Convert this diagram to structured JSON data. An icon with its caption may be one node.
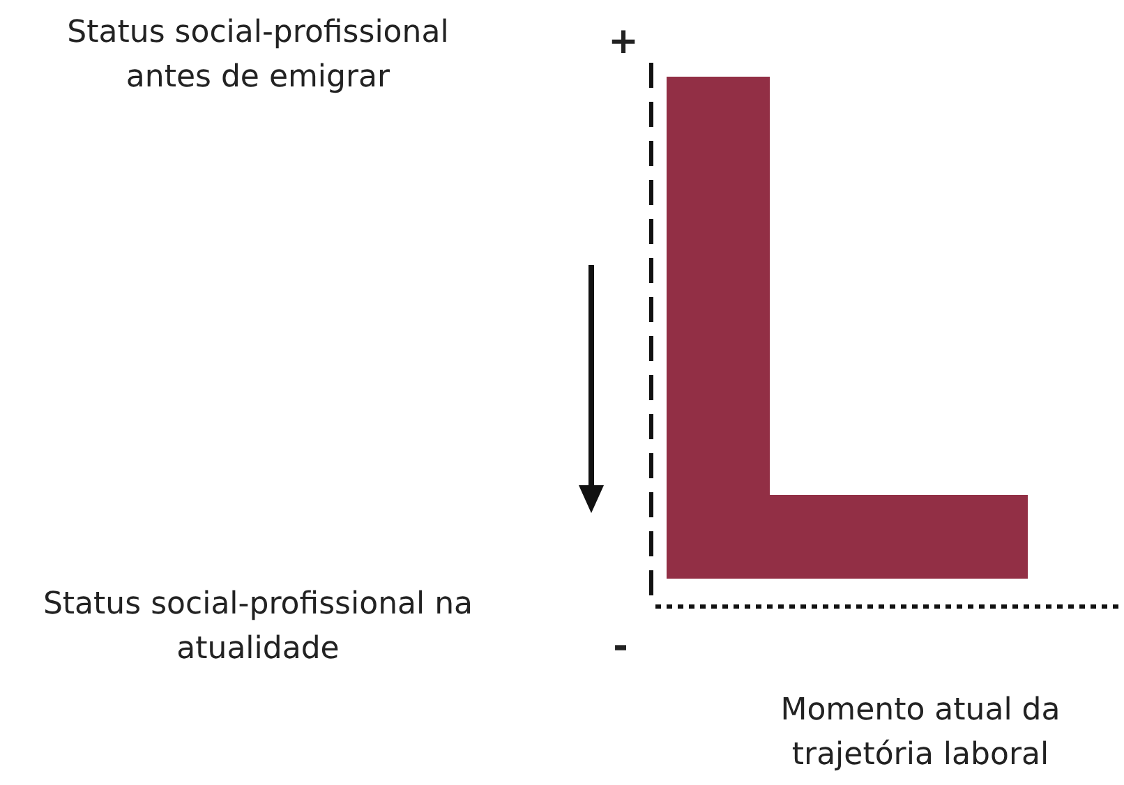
{
  "diagram": {
    "nodes": [
      {
        "text": [],
        "shape": "bar"
      }
    ],
    "labels": [
      "Status social-profissional antes de emigrar",
      "+",
      "Status social-profissional na atualidade",
      "-",
      "Momento atual da trajetória laboral"
    ]
  }
}
